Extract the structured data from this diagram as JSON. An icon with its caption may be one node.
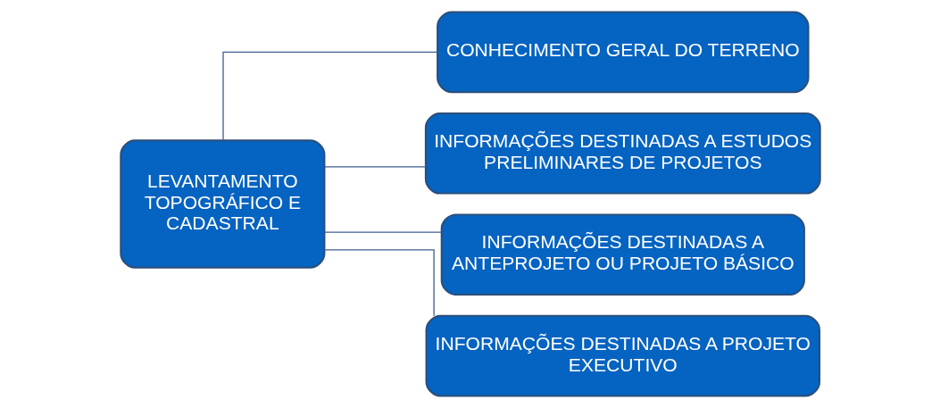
{
  "diagram": {
    "nodes": [
      {
        "text": [
          "LEVANTAMENTO TOPOGRÁFICO E CADASTRAL"
        ]
      },
      {
        "text": [
          "CONHECIMENTO GERAL DO TERRENO"
        ]
      },
      {
        "text": [
          "INFORMAÇÕES DESTINADAS A ESTUDOS PRELIMINARES DE PROJETOS"
        ]
      },
      {
        "text": [
          "INFORMAÇÕES DESTINADAS A ANTEPROJETO OU PROJETO BÁSICO"
        ]
      },
      {
        "text": [
          "INFORMAÇÕES DESTINADAS A PROJETO EXECUTIVO"
        ]
      }
    ],
    "edges": [
      {
        "from": 0,
        "to": 1,
        "arrow": "none"
      },
      {
        "from": 0,
        "to": 2,
        "arrow": "none"
      },
      {
        "from": 0,
        "to": 3,
        "arrow": "none"
      },
      {
        "from": 0,
        "to": 4,
        "arrow": "none"
      }
    ]
  }
}
